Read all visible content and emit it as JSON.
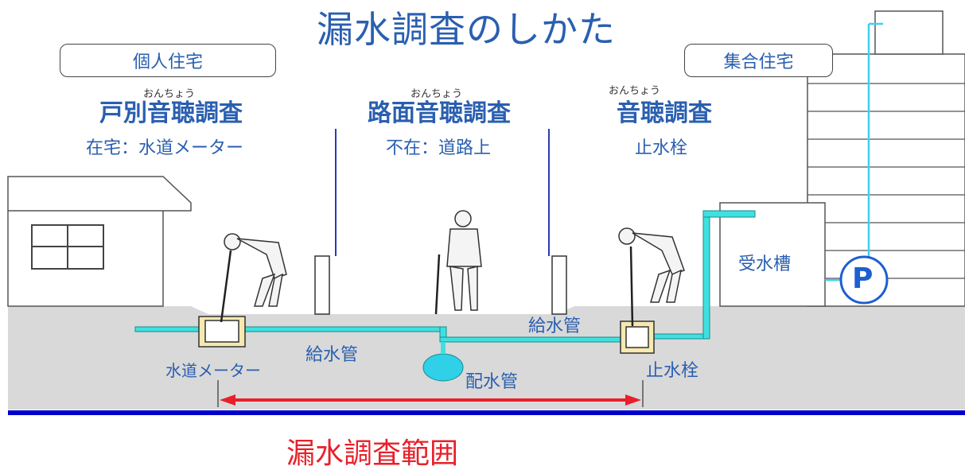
{
  "title": "漏水調査のしかた",
  "housing": {
    "individual": "個人住宅",
    "collective": "集合住宅"
  },
  "methods": [
    {
      "ruby": "おんちょう",
      "name": "戸別音聴調査",
      "location": "在宅：水道メーター"
    },
    {
      "ruby": "おんちょう",
      "name": "路面音聴調査",
      "location": "不在：道路上"
    },
    {
      "ruby": "おんちょう",
      "name": "音聴調査",
      "location": "止水栓"
    }
  ],
  "labels": {
    "water_meter": "水道メーター",
    "service_pipe_left": "給水管",
    "service_pipe_right": "給水管",
    "distribution_main": "配水管",
    "stop_valve": "止水栓",
    "receiving_tank": "受水槽",
    "pump": "P"
  },
  "range_label": "漏水調査範囲",
  "colors": {
    "pipe": "#40e0e0",
    "text_blue": "#2a5fb0",
    "range_red": "#e8202a",
    "ground": "#d9d9d9",
    "baseline": "#0000cc"
  }
}
